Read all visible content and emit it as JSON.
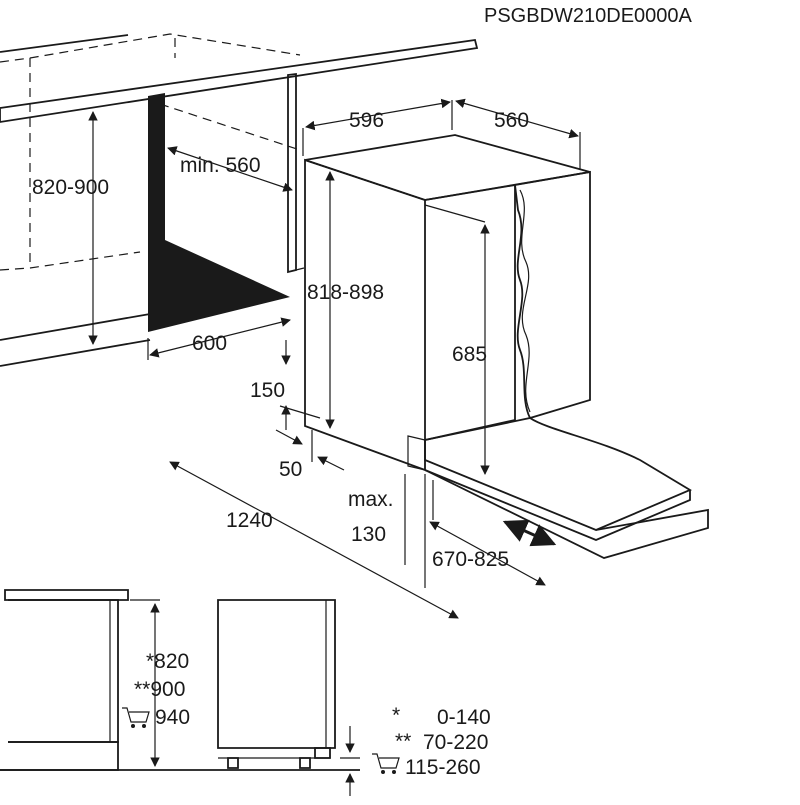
{
  "model_code": "PSGBDW210DE0000A",
  "dimensions": {
    "niche_height": "820-900",
    "niche_depth_min": "min. 560",
    "niche_width": "600",
    "appliance_width": "596",
    "appliance_depth": "560",
    "appliance_height": "818-898",
    "door_height": "685",
    "plinth_height": "150",
    "plinth_depth": "50",
    "total_depth_open": "1240",
    "max_label": "max.",
    "max_value": "130",
    "door_travel": "670-825"
  },
  "bottom_diagram": {
    "heights": [
      "*820",
      "**900",
      "940"
    ],
    "legend": [
      {
        "marker": "*",
        "value": "0-140"
      },
      {
        "marker": "**",
        "value": "70-220"
      },
      {
        "marker": "cart-icon",
        "value": "115-260"
      }
    ]
  }
}
